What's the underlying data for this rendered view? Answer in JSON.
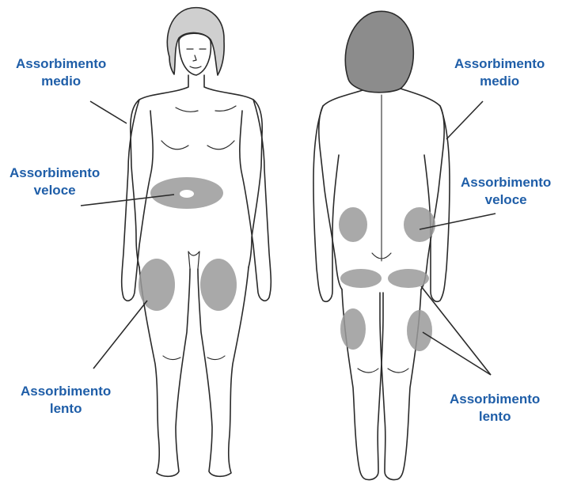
{
  "colors": {
    "label_text": "#1f5ea8",
    "outline": "#2a2a2a",
    "zone_fill": "#9a9a9a",
    "background": "#ffffff"
  },
  "labels": {
    "front_medio": {
      "line1": "Assorbimento",
      "line2": "medio"
    },
    "front_veloce": {
      "line1": "Assorbimento",
      "line2": "veloce"
    },
    "front_lento": {
      "line1": "Assorbimento",
      "line2": "lento"
    },
    "back_medio": {
      "line1": "Assorbimento",
      "line2": "medio"
    },
    "back_veloce": {
      "line1": "Assorbimento",
      "line2": "veloce"
    },
    "back_lento": {
      "line1": "Assorbimento",
      "line2": "lento"
    }
  }
}
